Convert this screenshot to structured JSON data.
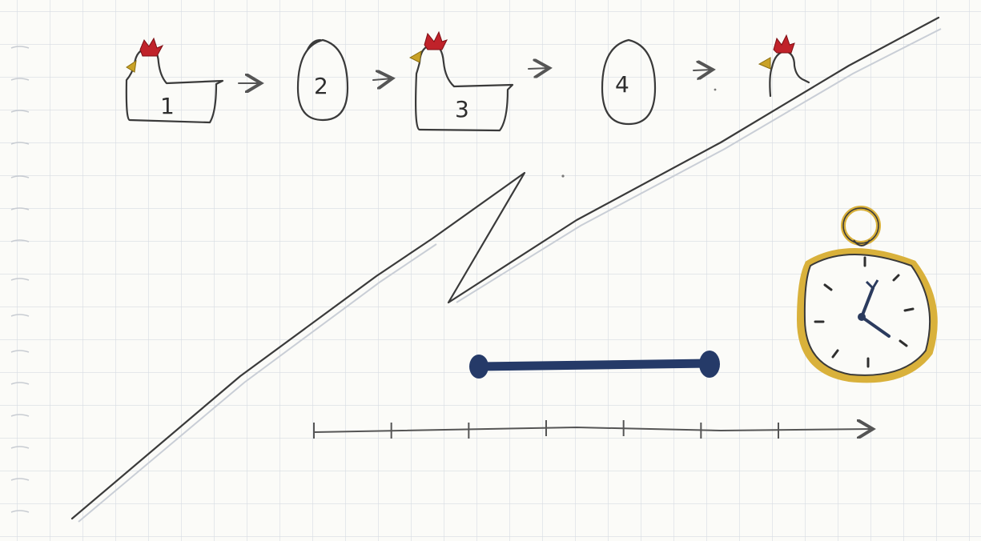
{
  "sequence": {
    "labels": [
      "1",
      "2",
      "3",
      "4"
    ],
    "stages": [
      "chicken",
      "egg",
      "chicken",
      "egg",
      "chicken"
    ]
  },
  "timeline": {
    "tick_count": 7
  },
  "icons": {
    "chickens": "chicken-icon",
    "eggs": "egg-icon",
    "arrows": "arrow-right-icon",
    "clock": "pocket-watch-icon",
    "bar": "duration-bar-icon"
  },
  "colors": {
    "paper": "#fbfbf8",
    "grid": "#d8dde3",
    "ink": "#3a3a3a",
    "comb": "#c0222a",
    "beak": "#c9a227",
    "bar": "#253a68",
    "watch_gold": "#d9b13b"
  }
}
